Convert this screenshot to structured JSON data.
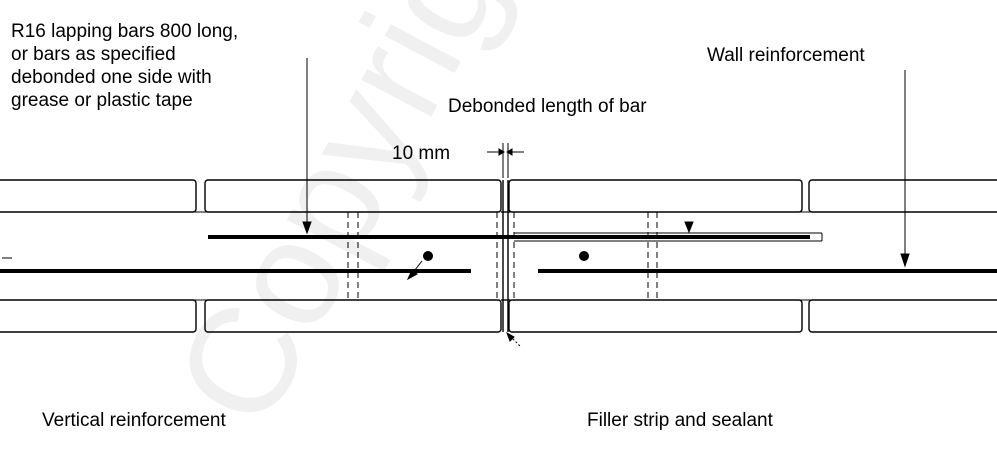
{
  "labels": {
    "lapping_line1": "R16 lapping bars 800 long,",
    "lapping_line2": "or bars as specified",
    "lapping_line3": "debonded one side with",
    "lapping_line4": "grease or plastic tape",
    "wall_reinforcement": "Wall reinforcement",
    "debonded_length": "Debonded length of bar",
    "gap": "10 mm",
    "vertical_reinforcement": "Vertical reinforcement",
    "filler_strip": "Filler strip and sealant"
  },
  "watermark": {
    "text": "Copyright Standards"
  },
  "colors": {
    "line": "#000000",
    "background": "#ffffff"
  }
}
